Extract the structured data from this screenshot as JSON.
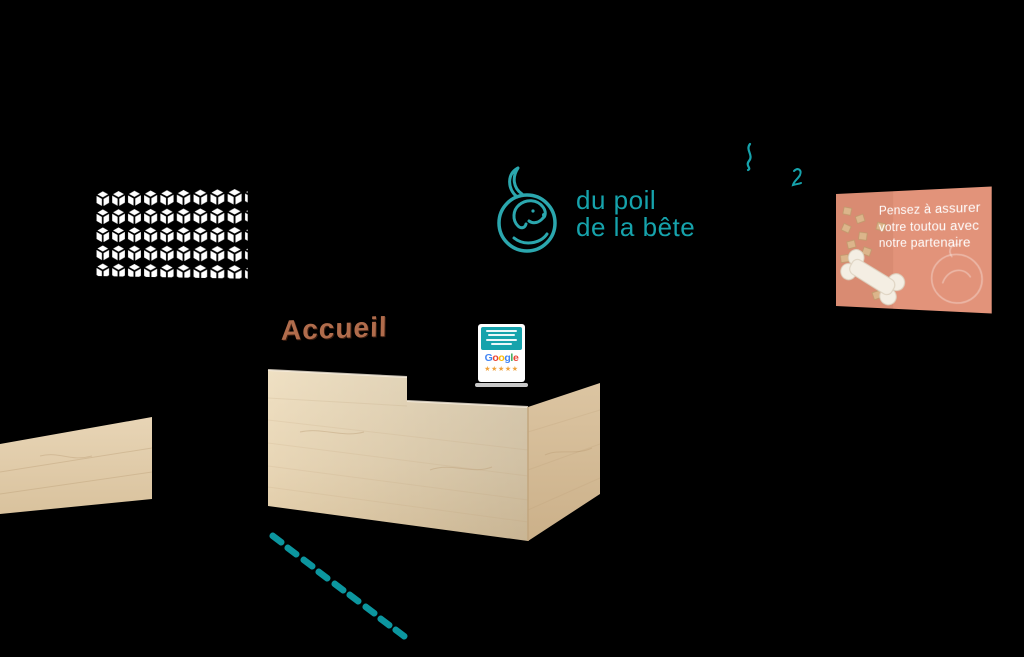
{
  "logo": {
    "line1": "du poil",
    "line2": "de la bête"
  },
  "signage": {
    "accueil": "Accueil"
  },
  "google_sign": {
    "letters": [
      {
        "ch": "G",
        "style": "color:#4285F4"
      },
      {
        "ch": "o",
        "style": "color:#EA4335"
      },
      {
        "ch": "o",
        "style": "color:#FBBC05"
      },
      {
        "ch": "g",
        "style": "color:#4285F4"
      },
      {
        "ch": "l",
        "style": "color:#34A853"
      },
      {
        "ch": "e",
        "style": "color:#EA4335"
      }
    ],
    "stars": "★★★★★"
  },
  "poster": {
    "lines": [
      "Pensez à assurer",
      "votre toutou avec",
      "notre partenaire"
    ]
  },
  "palette": {
    "teal": "#16a3ac",
    "copper": "#b06c4c",
    "salmon": "#e2937a",
    "star": "#f0a23c",
    "desk-front": "#ead9bb",
    "desk-side": "#d6bd99",
    "stone-panel": "#e3cfae",
    "pattern-white": "#ffffff"
  }
}
